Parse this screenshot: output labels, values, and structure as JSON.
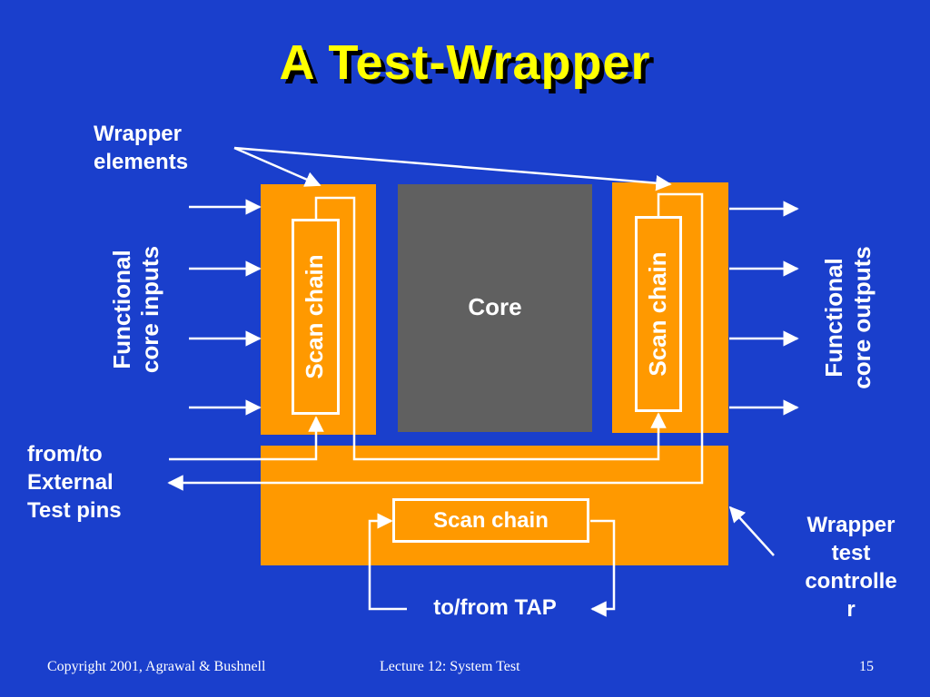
{
  "title": "A Test-Wrapper",
  "labels": {
    "wrapper_elements": [
      "Wrapper",
      "elements"
    ],
    "functional_inputs": [
      "Functional",
      "core inputs"
    ],
    "functional_outputs": [
      "Functional",
      "core outputs"
    ],
    "external_pins": [
      "from/to",
      "External",
      "Test pins"
    ],
    "wrapper_controller": [
      "Wrapper",
      "test",
      "controlle",
      "r"
    ],
    "tap": "to/from TAP"
  },
  "core_label": "Core",
  "scan_chains": {
    "left": "Scan chain",
    "right": "Scan chain",
    "bottom": "Scan chain"
  },
  "footer": {
    "copyright": "Copyright 2001, Agrawal & Bushnell",
    "lecture": "Lecture 12: System Test",
    "page": "15"
  },
  "colors": {
    "background": "#1a3fcc",
    "title": "#ffff00",
    "wrapper_block": "#ff9900",
    "core": "#606060",
    "line": "#ffffff"
  }
}
